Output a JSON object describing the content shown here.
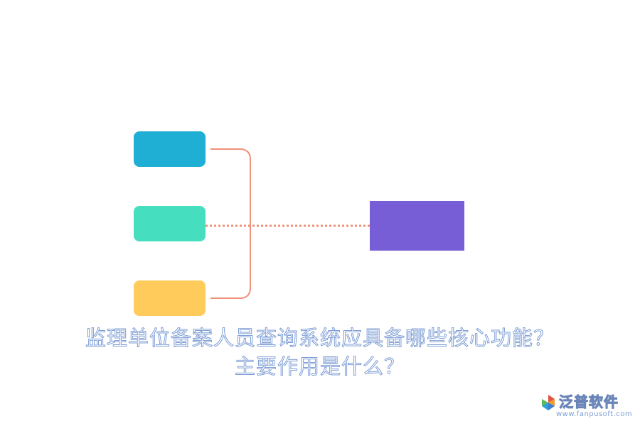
{
  "diagram": {
    "nodes": [
      {
        "id": "node-blue",
        "color": "#1fafd4"
      },
      {
        "id": "node-teal",
        "color": "#45dfc0"
      },
      {
        "id": "node-yellow",
        "color": "#ffcc5c"
      }
    ],
    "center_node": {
      "color": "#775ed6"
    },
    "connector_color": "#f0907a"
  },
  "title": {
    "line1": "监理单位备案人员查询系统应具备哪些核心功能？",
    "line2": "主要作用是什么？",
    "color": "#7f9fd6"
  },
  "brand": {
    "name": "泛普软件",
    "url": "www.fanpusoft.com",
    "icon": "fanpu-logo-icon"
  }
}
